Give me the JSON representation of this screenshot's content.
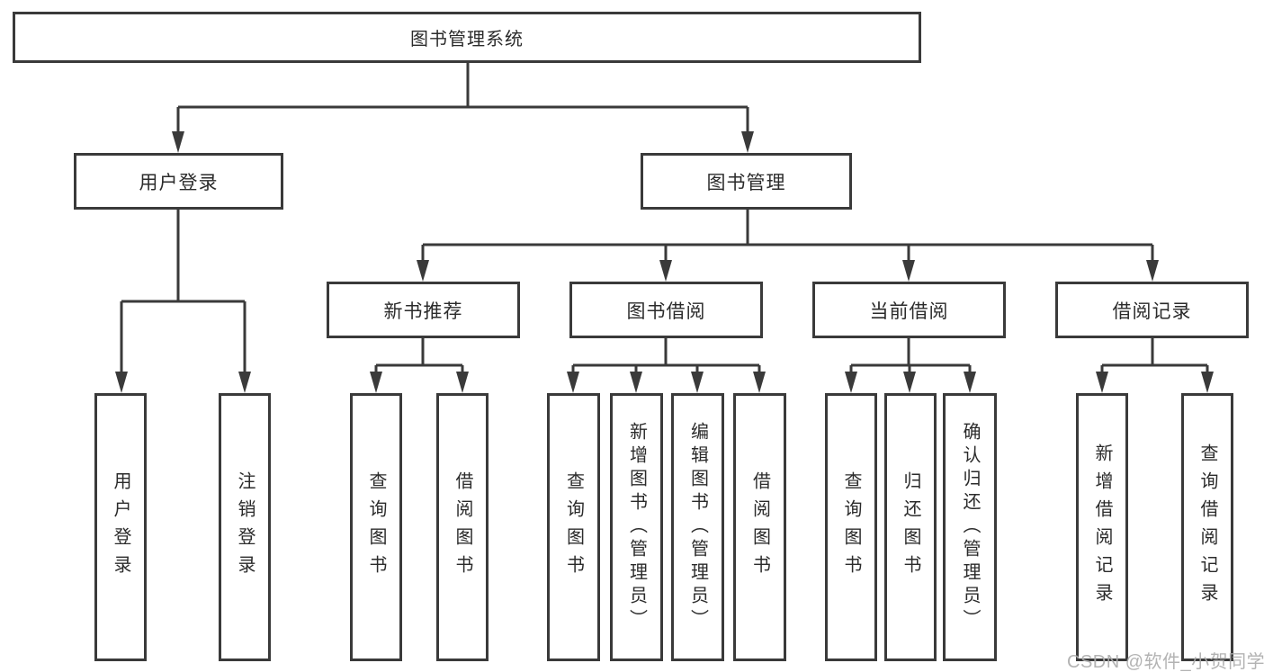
{
  "diagram_title": "图书管理系统",
  "tree": {
    "root": {
      "label": "图书管理系统"
    },
    "user_login": {
      "label": "用户登录",
      "children": {
        "login": {
          "label": "用户登录"
        },
        "logout": {
          "label": "注销登录"
        }
      }
    },
    "book_mgmt": {
      "label": "图书管理",
      "children": {
        "new_book_rec": {
          "label": "新书推荐",
          "children": {
            "query_books": {
              "label": "查询图书"
            },
            "borrow_books": {
              "label": "借阅图书"
            }
          }
        },
        "book_borrow": {
          "label": "图书借阅",
          "children": {
            "query_books": {
              "label": "查询图书"
            },
            "add_books": {
              "label": "新增图书（管理员）"
            },
            "edit_books": {
              "label": "编辑图书（管理员）"
            },
            "borrow_books": {
              "label": "借阅图书"
            }
          }
        },
        "current_borrow": {
          "label": "当前借阅",
          "children": {
            "query_books": {
              "label": "查询图书"
            },
            "return_books": {
              "label": "归还图书"
            },
            "confirm_return": {
              "label": "确认归还（管理员）"
            }
          }
        },
        "borrow_records": {
          "label": "借阅记录",
          "children": {
            "add_record": {
              "label": "新增借阅记录"
            },
            "query_record": {
              "label": "查询借阅记录"
            }
          }
        }
      }
    }
  },
  "watermark": {
    "text": "CSDN @软件_小贺同学"
  },
  "colors": {
    "line": "#3a3a3a",
    "box_border": "#3a3a3a",
    "text": "#2b2b2b",
    "watermark": "#acacac",
    "background": "#ffffff"
  }
}
